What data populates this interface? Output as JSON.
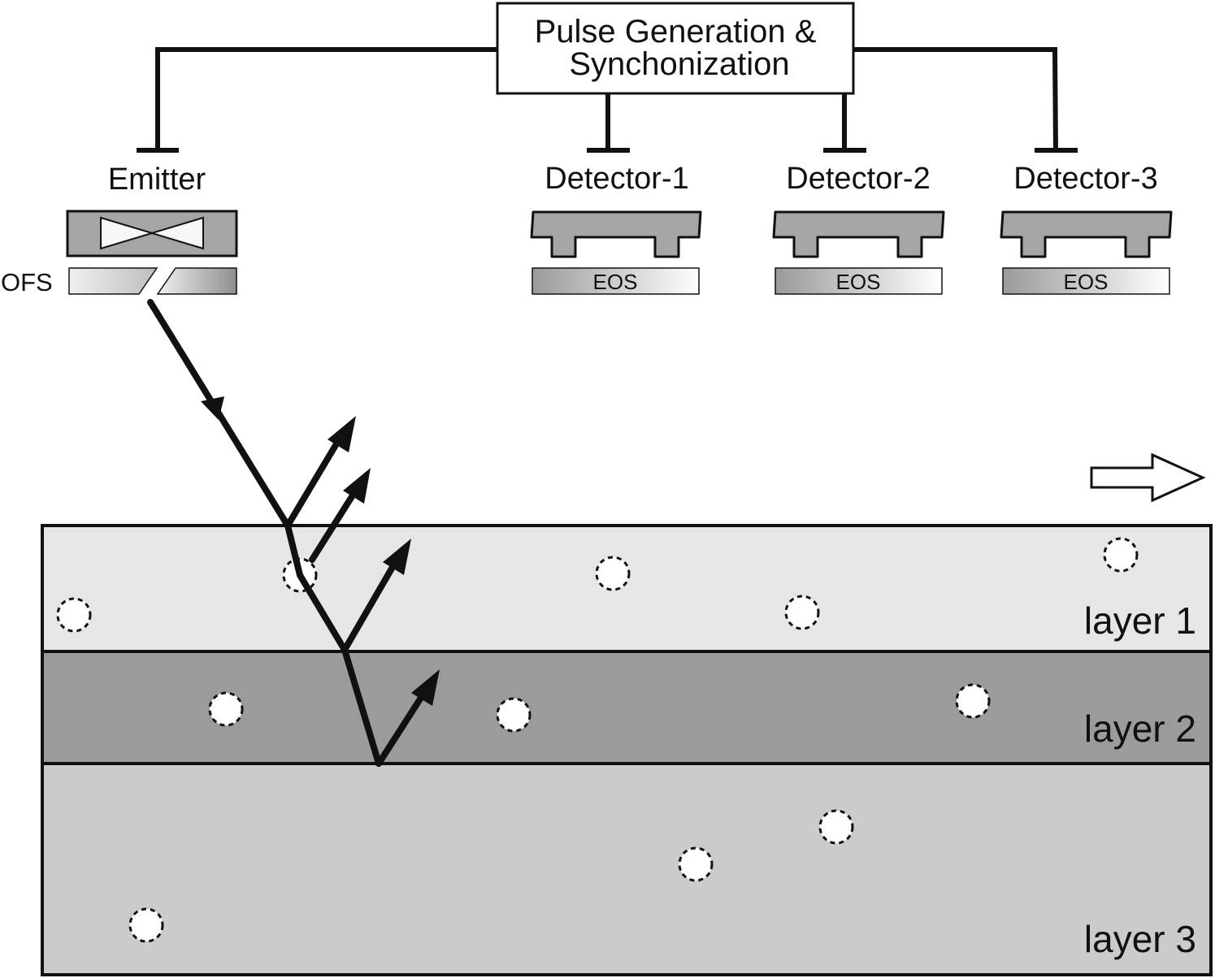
{
  "control_box": {
    "line1": "Pulse Generation &",
    "line2": "Synchonization"
  },
  "emitter": {
    "label": "Emitter",
    "ofs_label": "OFS"
  },
  "detectors": [
    {
      "label": "Detector-1",
      "eos_label": "EOS"
    },
    {
      "label": "Detector-2",
      "eos_label": "EOS"
    },
    {
      "label": "Detector-3",
      "eos_label": "EOS"
    }
  ],
  "layers": [
    {
      "label": "layer 1",
      "color": "#e6e6e6"
    },
    {
      "label": "layer 2",
      "color": "#9b9b9b"
    },
    {
      "label": "layer 3",
      "color": "#cbcbcb"
    }
  ],
  "icons": {
    "scan_direction": "right-arrow-icon",
    "emitter_symbol": "bowtie-icon",
    "inclusion": "dashed-circle-icon"
  },
  "colors": {
    "line": "#111111",
    "device_body": "#a5a5a5"
  }
}
